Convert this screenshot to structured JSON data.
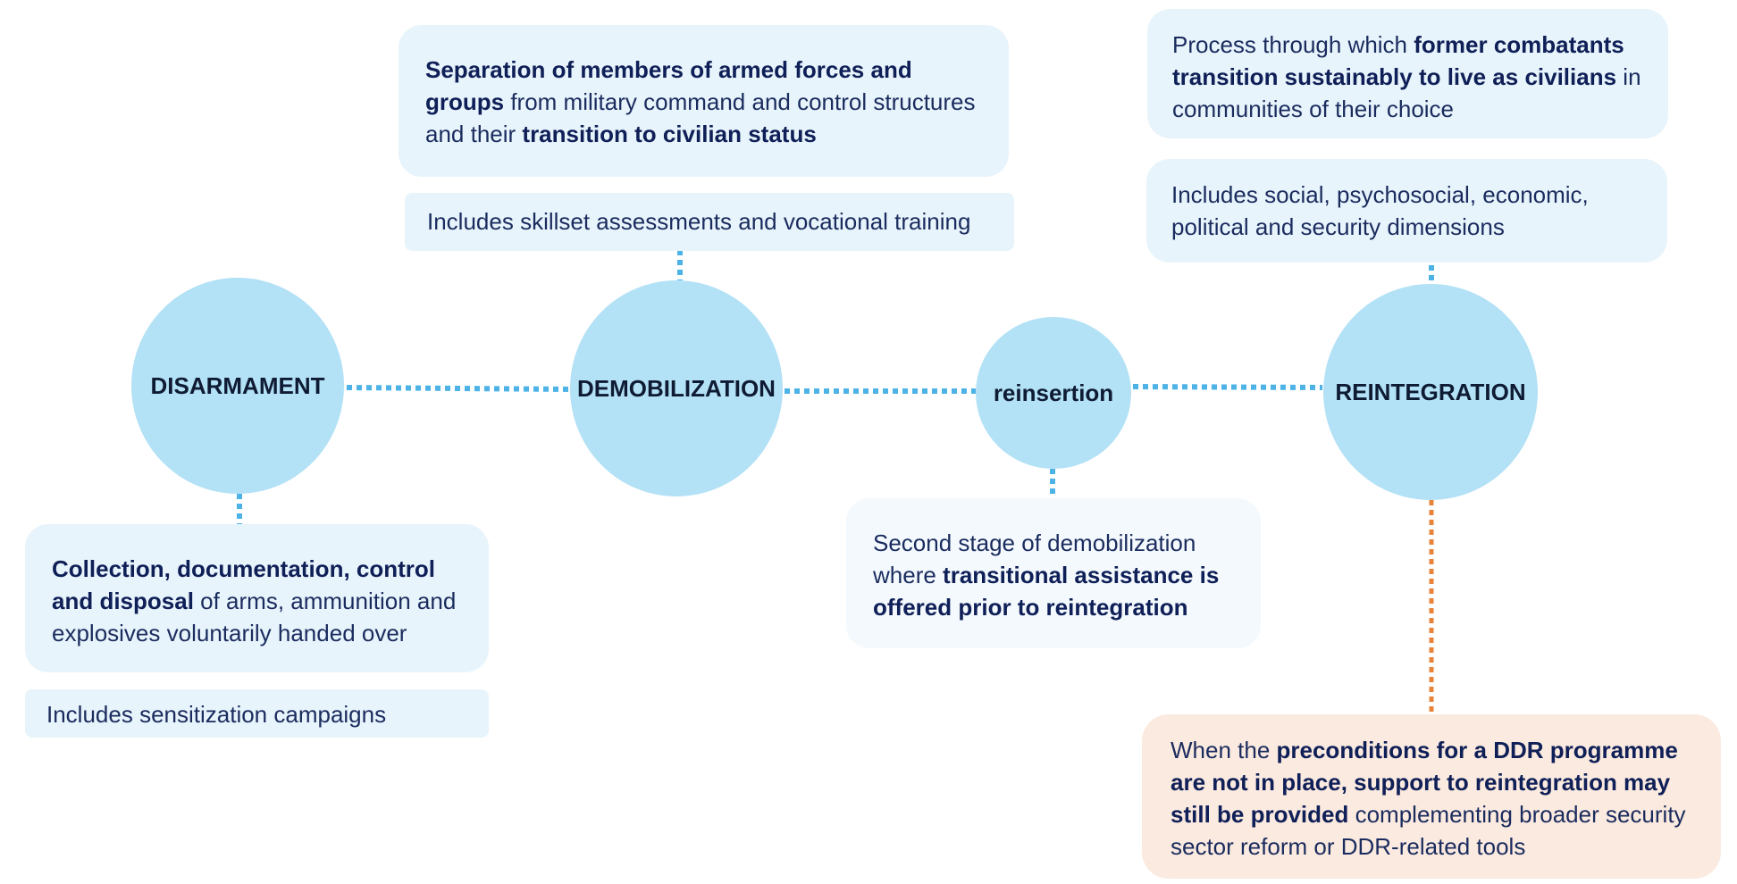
{
  "stages": {
    "disarmament": {
      "label": "DISARMAMENT",
      "description": [
        {
          "text": "Collection, documentation, control and disposal",
          "bold": true
        },
        {
          "text": " of arms, ammunition and explosives voluntarily handed over",
          "bold": false
        }
      ],
      "note": "Includes sensitization campaigns"
    },
    "demobilization": {
      "label": "DEMOBILIZATION",
      "description": [
        {
          "text": "Separation of members of armed forces and groups",
          "bold": true
        },
        {
          "text": " from military command and control structures and their ",
          "bold": false
        },
        {
          "text": "transition to civilian status",
          "bold": true
        }
      ],
      "note": "Includes skillset assessments and vocational training"
    },
    "reinsertion": {
      "label": "reinsertion",
      "description": [
        {
          "text": "Second stage of demobilization where ",
          "bold": false
        },
        {
          "text": "transitional assistance is offered prior to reintegration",
          "bold": true
        }
      ]
    },
    "reintegration": {
      "label": "REINTEGRATION",
      "description": [
        {
          "text": "Process through which ",
          "bold": false
        },
        {
          "text": "former combatants transition sustainably to live as civilians",
          "bold": true
        },
        {
          "text": " in communities of their choice",
          "bold": false
        }
      ],
      "note": "Includes social, psychosocial, economic, political and security dimensions",
      "precondition": [
        {
          "text": "When the ",
          "bold": false
        },
        {
          "text": "preconditions for a DDR programme are not in place, support to reintegration may still be provided",
          "bold": true
        },
        {
          "text": " complementing  broader security sector reform or DDR-related tools",
          "bold": false
        }
      ]
    }
  },
  "colors": {
    "circle": "#b3e1f6",
    "connector": "#4db3e6",
    "orange_connector": "#e8843a",
    "box": "#e8f4fb",
    "orange_box": "#fbeadf",
    "text": "#1a2b5e"
  }
}
